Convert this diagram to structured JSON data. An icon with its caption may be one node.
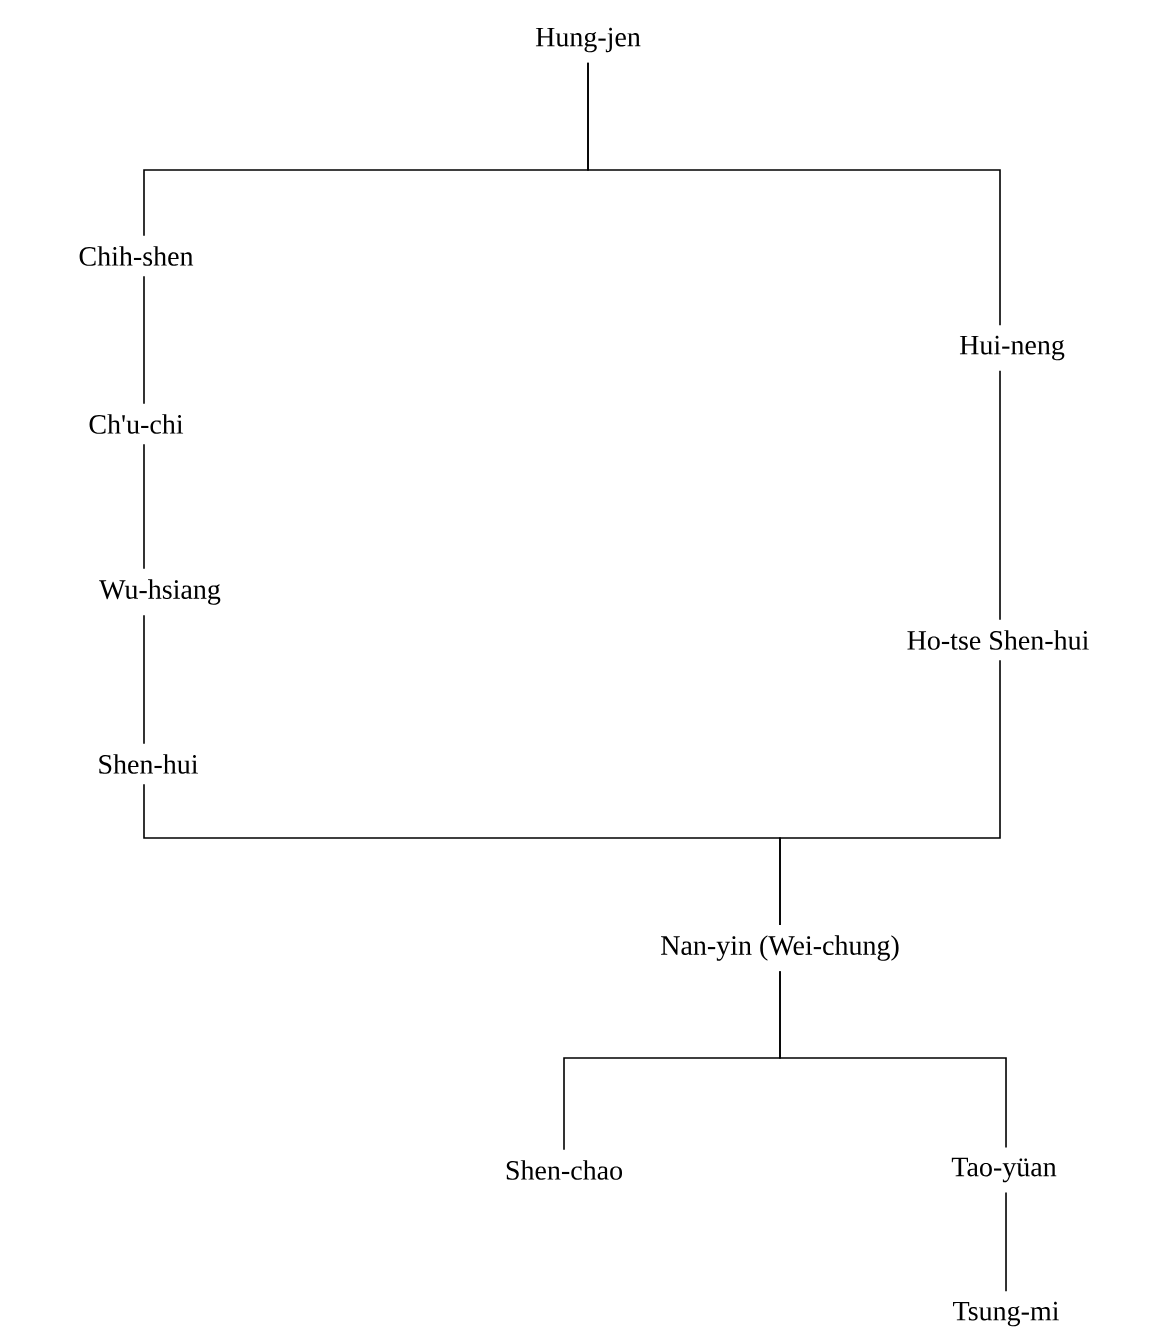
{
  "diagram": {
    "nodes": [
      {
        "text": [
          "Hung-jen"
        ]
      },
      {
        "text": [
          "Chih-shen"
        ]
      },
      {
        "text": [
          "Ch'u-chi"
        ]
      },
      {
        "text": [
          "Wu-hsiang"
        ]
      },
      {
        "text": [
          "Shen-hui"
        ]
      },
      {
        "text": [
          "Hui-neng"
        ]
      },
      {
        "text": [
          "Ho-tse Shen-hui"
        ]
      },
      {
        "text": [
          "Nan-yin (Wei-chung)"
        ]
      },
      {
        "text": [
          "Shen-chao"
        ]
      },
      {
        "text": [
          "Tao-yüan"
        ]
      },
      {
        "text": [
          "Tsung-mi"
        ]
      }
    ],
    "edges": [
      {
        "from": 0,
        "to": 1,
        "arrow": "none"
      },
      {
        "from": 0,
        "to": 5,
        "arrow": "none"
      },
      {
        "from": 1,
        "to": 2,
        "arrow": "none"
      },
      {
        "from": 2,
        "to": 3,
        "arrow": "none"
      },
      {
        "from": 3,
        "to": 4,
        "arrow": "none"
      },
      {
        "from": 5,
        "to": 6,
        "arrow": "none"
      },
      {
        "from": 4,
        "to": 7,
        "arrow": "none"
      },
      {
        "from": 6,
        "to": 7,
        "arrow": "none"
      },
      {
        "from": 7,
        "to": 8,
        "arrow": "none"
      },
      {
        "from": 7,
        "to": 9,
        "arrow": "none"
      },
      {
        "from": 9,
        "to": 10,
        "arrow": "none"
      }
    ]
  }
}
